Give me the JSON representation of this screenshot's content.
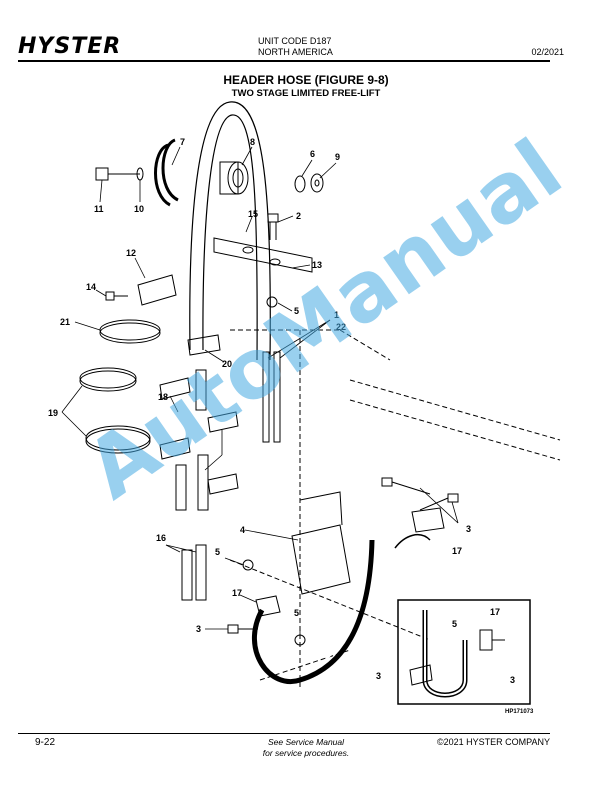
{
  "header": {
    "brand": "HYSTER",
    "unit_code": "UNIT CODE D187",
    "region": "NORTH AMERICA",
    "date": "02/2021"
  },
  "figure": {
    "title": "HEADER HOSE (FIGURE 9-8)",
    "subtitle": "TWO STAGE LIMITED FREE-LIFT",
    "code": "HP171073",
    "callouts": [
      "7",
      "8",
      "6",
      "9",
      "11",
      "10",
      "15",
      "2",
      "12",
      "13",
      "14",
      "5",
      "1",
      "22",
      "21",
      "20",
      "19",
      "18",
      "3",
      "4",
      "17",
      "16",
      "5",
      "17",
      "5",
      "17",
      "3",
      "3",
      "5",
      "3"
    ]
  },
  "watermark": "AutoManual",
  "footer": {
    "page": "9-22",
    "note_line1": "See Service Manual",
    "note_line2": "for service procedures.",
    "copyright": "©2021 HYSTER COMPANY"
  }
}
